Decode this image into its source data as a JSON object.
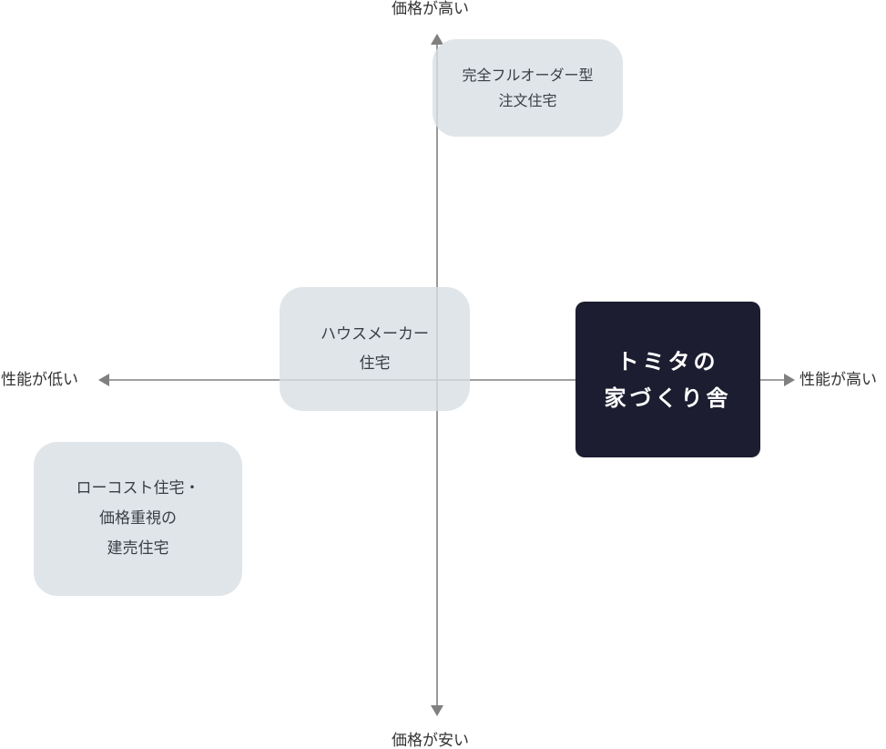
{
  "axis": {
    "y_top": "価格が高い",
    "y_bottom": "価格が安い",
    "x_left": "性能が低い",
    "x_right": "性能が高い"
  },
  "positioning": [
    {
      "label_lines": [
        "完全フルオーダー型",
        "注文住宅"
      ],
      "price": "high",
      "performance": "mid"
    },
    {
      "label_lines": [
        "ハウスメーカー",
        "住宅"
      ],
      "price": "mid",
      "performance": "mid"
    },
    {
      "label_lines": [
        "ローコスト住宅・",
        "価格重視の",
        "建売住宅"
      ],
      "price": "low",
      "performance": "low"
    },
    {
      "label_lines": [
        "トミタの",
        "家づくり舎"
      ],
      "price": "mid",
      "performance": "high",
      "highlight": true
    }
  ],
  "colors": {
    "axis": "#808080",
    "box_fill": "#d7dee3",
    "brand_fill": "#1d1d31",
    "text": "#333333",
    "brand_text": "#ffffff"
  }
}
